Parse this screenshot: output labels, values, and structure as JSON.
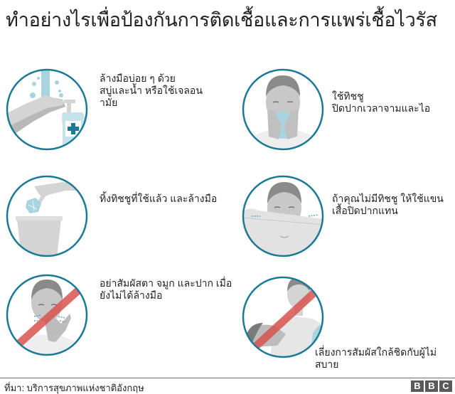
{
  "title": "ทำอย่างไรเพื่อป้องกันการติดเชื้อและการแพร่เชื้อไวรัส",
  "colors": {
    "circle_stroke": "#1a7a96",
    "skin_gray": "#c8c8c8",
    "hair_gray": "#8a8a8a",
    "light_blue": "#a8d4e0",
    "ban_red": "#d9534f",
    "footer_gray": "#5a5a5a"
  },
  "panels": [
    {
      "id": "wash-hands",
      "icon": "hand-washing-icon",
      "caption": "ล้างมือบ่อย ๆ  ด้วย\nสบู่และน้ำ หรือใช้เจลอน\nามัย"
    },
    {
      "id": "cover-tissue",
      "icon": "tissue-cover-face-icon",
      "caption": "ใช้ทิชชู\nปิดปากเวลาจามและไอ"
    },
    {
      "id": "dispose-tissue",
      "icon": "tissue-bin-icon",
      "caption": "ทิ้งทิชชูที่ใช้แล้ว และล้างมือ"
    },
    {
      "id": "elbow-cough",
      "icon": "elbow-cough-icon",
      "caption": "ถ้าคุณไม่มีทิชชู ให้ใช้แขน\nเสื้อปิดปากแทน"
    },
    {
      "id": "no-touch-face",
      "icon": "no-touch-face-icon",
      "caption": "อย่าสัมผัสตา จมูก และปาก เมื่อ\nยังไม่ได้ล้างมือ"
    },
    {
      "id": "avoid-contact",
      "icon": "avoid-contact-icon",
      "caption": "เลี่ยงการสัมผัสใกล้ชิดกับผู้ไม่\nสบาย"
    }
  ],
  "footer": {
    "source": "ที่มา: บริการสุขภาพแห่งชาติอังกฤษ",
    "logo": [
      "B",
      "B",
      "C"
    ]
  }
}
